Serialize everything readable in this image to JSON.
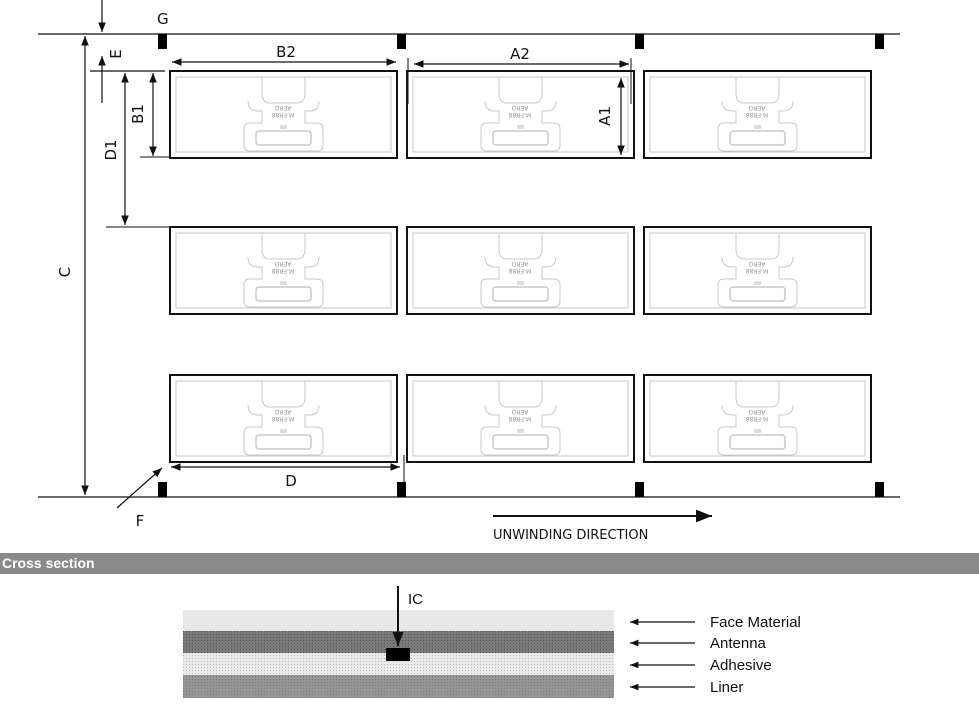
{
  "dimensions": {
    "g": "G",
    "e": "E",
    "b2": "B2",
    "a2": "A2",
    "b1": "B1",
    "a1": "A1",
    "d1": "D1",
    "c": "C",
    "d": "D",
    "f": "F"
  },
  "inlay_text": {
    "line1": "AERO",
    "line2": "M-FR88"
  },
  "unwinding_label": "UNWINDING DIRECTION",
  "cross_section": {
    "title": "Cross section",
    "ic_label": "IC",
    "layers": [
      {
        "name": "Face Material",
        "color": "#e9e9e9"
      },
      {
        "name": "Antenna",
        "color": "#6f6f6f"
      },
      {
        "name": "Adhesive",
        "color": "#e2e2e2"
      },
      {
        "name": "Liner",
        "color": "#8c8c8c"
      }
    ]
  }
}
